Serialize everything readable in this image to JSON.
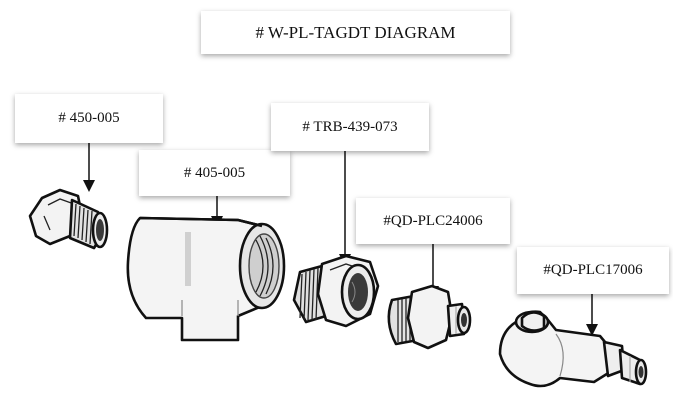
{
  "title": "# W-PL-TAGDT DIAGRAM",
  "parts": [
    {
      "label": "# 450-005",
      "icon": "hex-plug"
    },
    {
      "label": "# 405-005",
      "icon": "tee-fitting"
    },
    {
      "label": "# TRB-439-073",
      "icon": "hex-bushing"
    },
    {
      "label": "#QD-PLC24006",
      "icon": "quick-disconnect-straight"
    },
    {
      "label": "#QD-PLC17006",
      "icon": "quick-disconnect-elbow"
    }
  ]
}
